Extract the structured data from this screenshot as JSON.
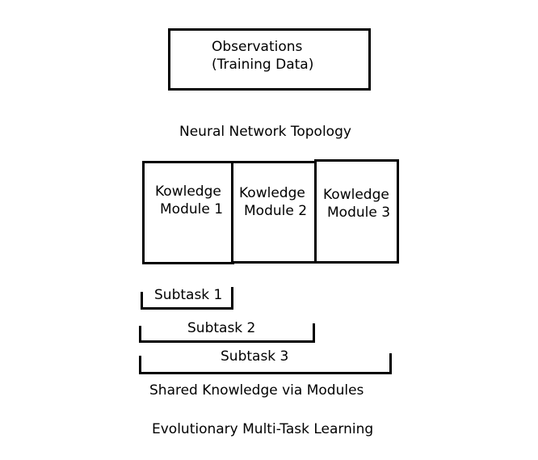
{
  "observations": {
    "line1": "Observations",
    "line2": "(Training Data)"
  },
  "topology_label": "Neural Network Topology",
  "modules": [
    {
      "line1": "Kowledge",
      "line2": "Module 1"
    },
    {
      "line1": "Kowledge",
      "line2": "Module 2"
    },
    {
      "line1": "Kowledge",
      "line2": "Module 3"
    }
  ],
  "subtasks": [
    "Subtask 1",
    "Subtask 2",
    "Subtask 3"
  ],
  "shared_label": "Shared Knowledge via Modules",
  "caption": "Evolutionary Multi-Task Learning"
}
